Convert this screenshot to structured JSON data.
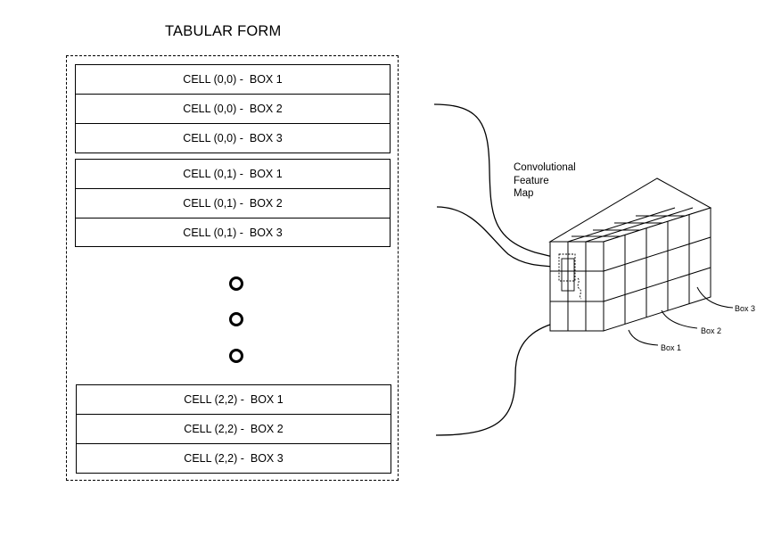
{
  "title": "TABULAR FORM",
  "groups": [
    {
      "rows": [
        "CELL (0,0) -  BOX 1",
        "CELL (0,0) -  BOX 2",
        "CELL (0,0) -  BOX 3"
      ]
    },
    {
      "rows": [
        "CELL (0,1) -  BOX 1",
        "CELL (0,1) -  BOX 2",
        "CELL (0,1) -  BOX 3"
      ]
    },
    {
      "rows": [
        "CELL (2,2) -  BOX 1",
        "CELL (2,2) -  BOX 2",
        "CELL (2,2) -  BOX 3"
      ]
    }
  ],
  "feature_map": {
    "label_lines": [
      "Convolutional",
      "Feature",
      "Map"
    ],
    "box_labels": [
      "Box 1",
      "Box 2",
      "Box 3"
    ]
  }
}
